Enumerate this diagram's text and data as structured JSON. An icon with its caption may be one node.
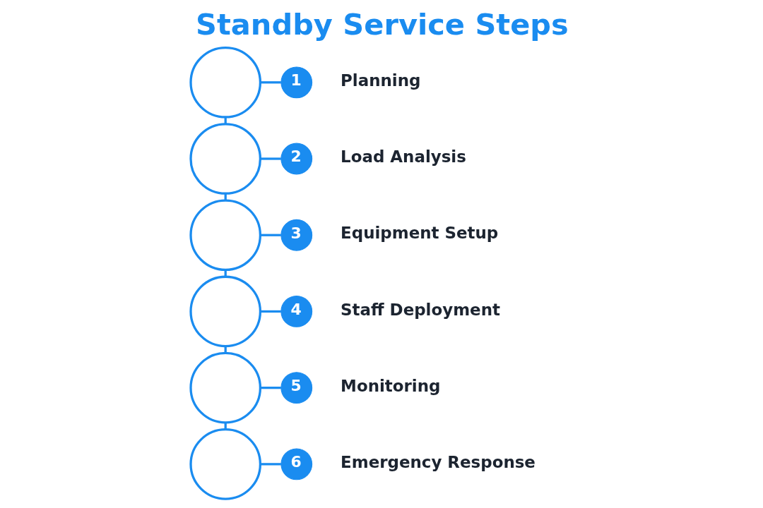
{
  "diagram": {
    "title": "Standby Service Steps",
    "nodes": [
      {
        "text": [],
        "shape": "circle"
      },
      {
        "text": [
          "1"
        ],
        "beside": [
          "Planning"
        ]
      },
      {
        "text": [],
        "shape": "circle"
      },
      {
        "text": [
          "2"
        ],
        "beside": [
          "Load Analysis"
        ]
      },
      {
        "text": [],
        "shape": "circle"
      },
      {
        "text": [
          "3"
        ],
        "beside": [
          "Equipment Setup"
        ]
      },
      {
        "text": [],
        "shape": "circle"
      },
      {
        "text": [
          "4"
        ],
        "beside": [
          "Staff Deployment"
        ]
      },
      {
        "text": [],
        "shape": "circle"
      },
      {
        "text": [
          "5"
        ],
        "beside": [
          "Monitoring"
        ]
      },
      {
        "text": [],
        "shape": "circle"
      },
      {
        "text": [
          "6"
        ],
        "beside": [
          "Emergency Response"
        ]
      }
    ],
    "edges": [
      {
        "from": 0,
        "to": 1,
        "arrow": "none"
      },
      {
        "from": 0,
        "to": 2,
        "arrow": "none"
      },
      {
        "from": 2,
        "to": 3,
        "arrow": "none"
      },
      {
        "from": 2,
        "to": 4,
        "arrow": "none"
      },
      {
        "from": 4,
        "to": 5,
        "arrow": "none"
      },
      {
        "from": 4,
        "to": 6,
        "arrow": "none"
      },
      {
        "from": 6,
        "to": 7,
        "arrow": "none"
      },
      {
        "from": 6,
        "to": 8,
        "arrow": "none"
      },
      {
        "from": 8,
        "to": 9,
        "arrow": "none"
      },
      {
        "from": 8,
        "to": 10,
        "arrow": "none"
      },
      {
        "from": 10,
        "to": 11,
        "arrow": "none"
      }
    ]
  }
}
